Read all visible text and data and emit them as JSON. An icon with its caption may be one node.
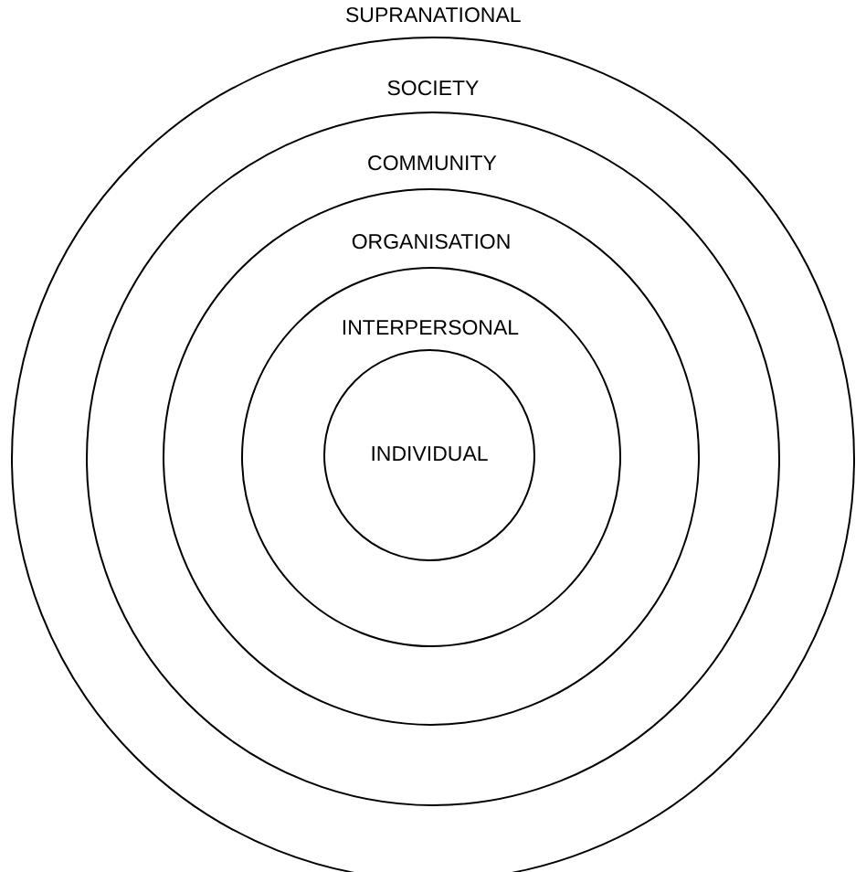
{
  "diagram": {
    "nodes": [
      {
        "text": [
          "SOCIETY"
        ]
      },
      {
        "text": [
          "COMMUNITY"
        ],
        "in": 0
      },
      {
        "text": [
          "ORGANISATION"
        ],
        "in": 1
      },
      {
        "text": [
          "INTERPERSONAL"
        ],
        "in": 2
      },
      {
        "text": [
          "INDIVIDUAL"
        ],
        "in": 3
      }
    ],
    "labels": [
      "SUPRANATIONAL"
    ]
  }
}
